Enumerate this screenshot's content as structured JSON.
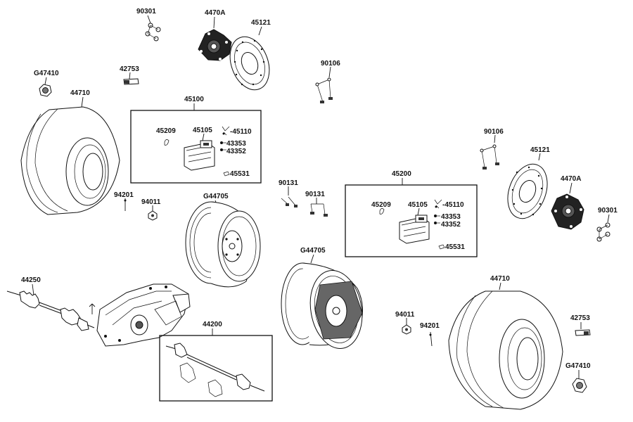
{
  "labels": {
    "p90301_top": "90301",
    "p4470A_top": "4470A",
    "p45121_top": "45121",
    "pG47410_top": "G47410",
    "p42753_top": "42753",
    "p90106_top": "90106",
    "p44710_left": "44710",
    "p45100": "45100",
    "p45209_a": "45209",
    "p45105_a": "45105",
    "p45110_a": "-45110",
    "p43353_a": "43353",
    "p43352_a": "43352",
    "p45531_a": "45531",
    "p94201_left": "94201",
    "p94011_left": "94011",
    "pG44705_left": "G44705",
    "p90131_a": "90131",
    "p90131_b": "90131",
    "p45200": "45200",
    "p45209_b": "45209",
    "p45105_b": "45105",
    "p45110_b": "-45110",
    "p43353_b": "43353",
    "p43352_b": "43352",
    "p45531_b": "45531",
    "p90106_right": "90106",
    "p45121_right": "45121",
    "p4470A_right": "4470A",
    "p90301_right": "90301",
    "pG44705_right": "G44705",
    "p44250": "44250",
    "p44200": "44200",
    "p94011_right": "94011",
    "p94201_right": "94201",
    "p44710_right": "44710",
    "p42753_right": "42753",
    "pG47410_right": "G47410"
  }
}
